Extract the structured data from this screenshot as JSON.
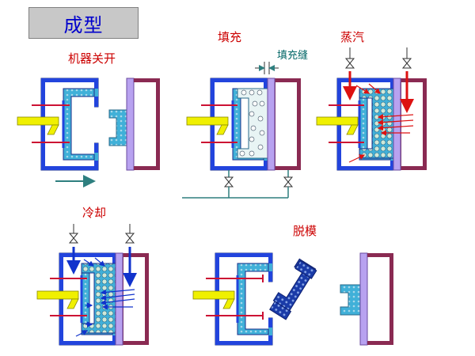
{
  "title": "成型",
  "stages": {
    "machine": "机器关开",
    "fill": "填充",
    "steam": "蒸汽",
    "cool": "冷却",
    "demold": "脱模"
  },
  "annotations": {
    "fill_gap": "填充缝"
  },
  "colors": {
    "mold_blue": "#2244dd",
    "mold_purple": "#8a2a52",
    "lavender": "#b8a2f0",
    "cavity_cyan": "#40b0d8",
    "bead_green": "#d0e8d8",
    "steam_red": "#dd1111",
    "water_blue": "#1133cc",
    "piston_yellow": "#f0f000",
    "pipe_teal": "#2e7f7f"
  }
}
